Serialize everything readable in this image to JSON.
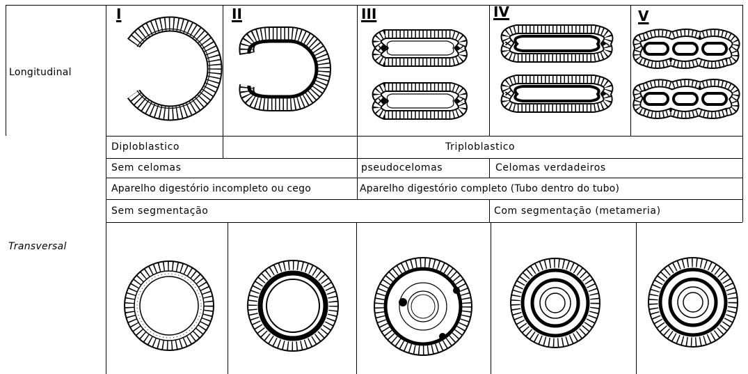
{
  "row_labels": {
    "longitudinal": "Longitudinal",
    "transversal": "Transversal"
  },
  "column_numerals": [
    "I",
    "II",
    "III",
    "IV",
    "V"
  ],
  "rows": {
    "germ_layers": {
      "diplo": "Diploblastico",
      "triplo": "Triploblastico"
    },
    "coelom": {
      "none": "Sem celomas",
      "pseudo": "pseudocelomas",
      "true": "Celomas verdadeiros"
    },
    "digestive": {
      "incomplete": "Aparelho digestório incompleto ou cego",
      "complete": "Aparelho digestório completo (Tubo dentro do tubo)"
    },
    "segmentation": {
      "none": "Sem segmentação",
      "with": "Com segmentação (metameria)"
    }
  }
}
